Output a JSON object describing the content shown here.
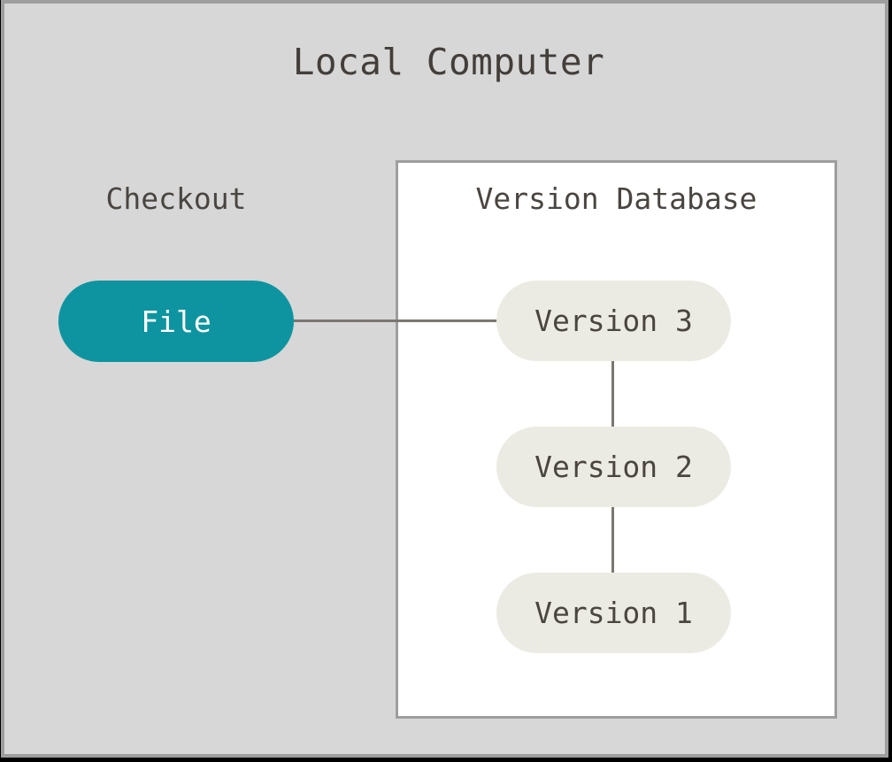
{
  "diagram": {
    "title": "Local Computer",
    "background_color": "#d7d7d7",
    "frame_border_color": "#9e9e9e",
    "edge_color": "#7a7770",
    "sections": {
      "checkout": {
        "label": "Checkout",
        "node": {
          "label": "File",
          "fill_color": "#0d94a0",
          "text_color": "#ffffff"
        }
      },
      "version_database": {
        "label": "Version Database",
        "fill_color": "#ffffff",
        "border_color": "#9e9e9e",
        "nodes": [
          {
            "label": "Version 3",
            "fill_color": "#ecebe3",
            "text_color": "#4a4540"
          },
          {
            "label": "Version 2",
            "fill_color": "#ecebe3",
            "text_color": "#4a4540"
          },
          {
            "label": "Version 1",
            "fill_color": "#ecebe3",
            "text_color": "#4a4540"
          }
        ]
      }
    },
    "connections": [
      {
        "from": "File",
        "to": "Version 3"
      },
      {
        "from": "Version 3",
        "to": "Version 2"
      },
      {
        "from": "Version 2",
        "to": "Version 1"
      }
    ]
  }
}
